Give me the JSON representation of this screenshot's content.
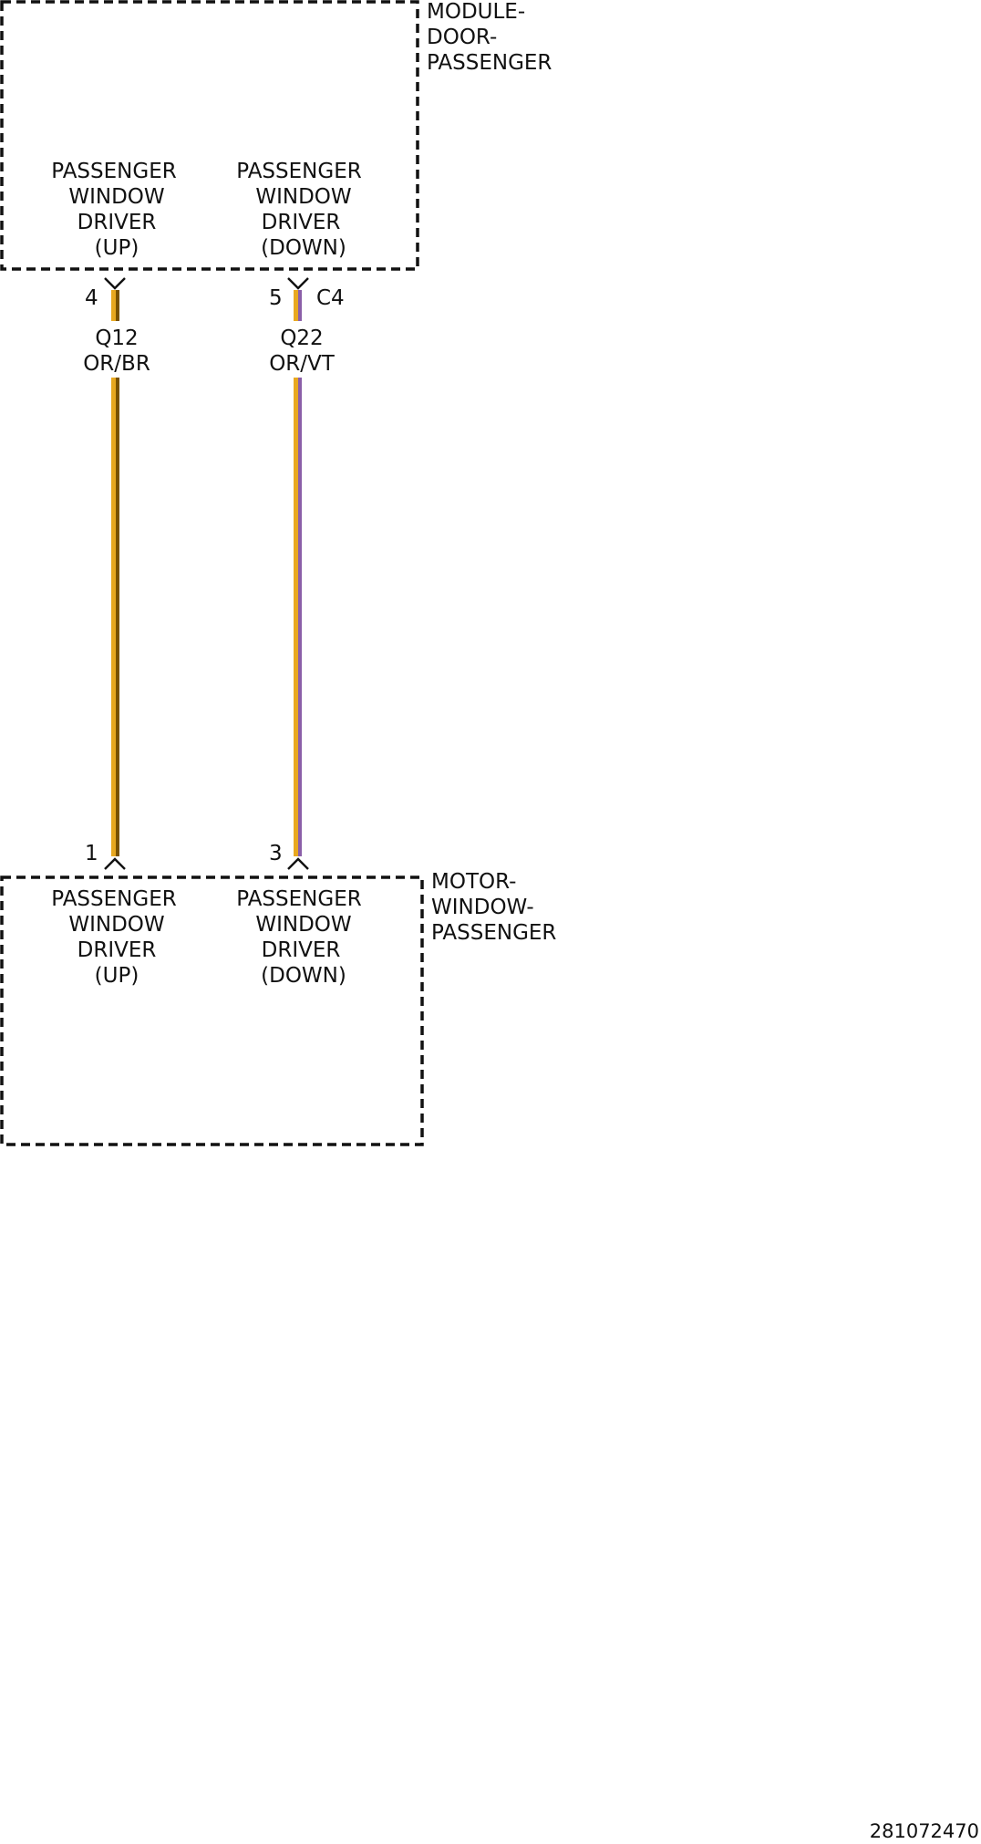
{
  "diagram_id": "281072470",
  "colors": {
    "orange": "#E8A820",
    "brown": "#7A5200",
    "violet": "#8B5FA8",
    "ink": "#111111"
  },
  "modules": {
    "top": {
      "name_lines": [
        "MODULE-",
        "DOOR-",
        "PASSENGER"
      ],
      "pins": [
        {
          "label_lines": [
            "PASSENGER",
            "WINDOW",
            "DRIVER",
            "(UP)"
          ]
        },
        {
          "label_lines": [
            "PASSENGER",
            "WINDOW",
            "DRIVER",
            "(DOWN)"
          ]
        }
      ]
    },
    "bottom": {
      "name_lines": [
        "MOTOR-",
        "WINDOW-",
        "PASSENGER"
      ],
      "pins": [
        {
          "label_lines": [
            "PASSENGER",
            "WINDOW",
            "DRIVER",
            "(UP)"
          ]
        },
        {
          "label_lines": [
            "PASSENGER",
            "WINDOW",
            "DRIVER",
            "(DOWN)"
          ]
        }
      ]
    }
  },
  "connector": {
    "name": "C4"
  },
  "wires": [
    {
      "circuit": "Q12",
      "color_code": "OR/BR",
      "from_pin": "4",
      "to_pin": "1",
      "base_color": "orange",
      "stripe_color": "brown"
    },
    {
      "circuit": "Q22",
      "color_code": "OR/VT",
      "from_pin": "5",
      "to_pin": "3",
      "base_color": "orange",
      "stripe_color": "violet"
    }
  ]
}
